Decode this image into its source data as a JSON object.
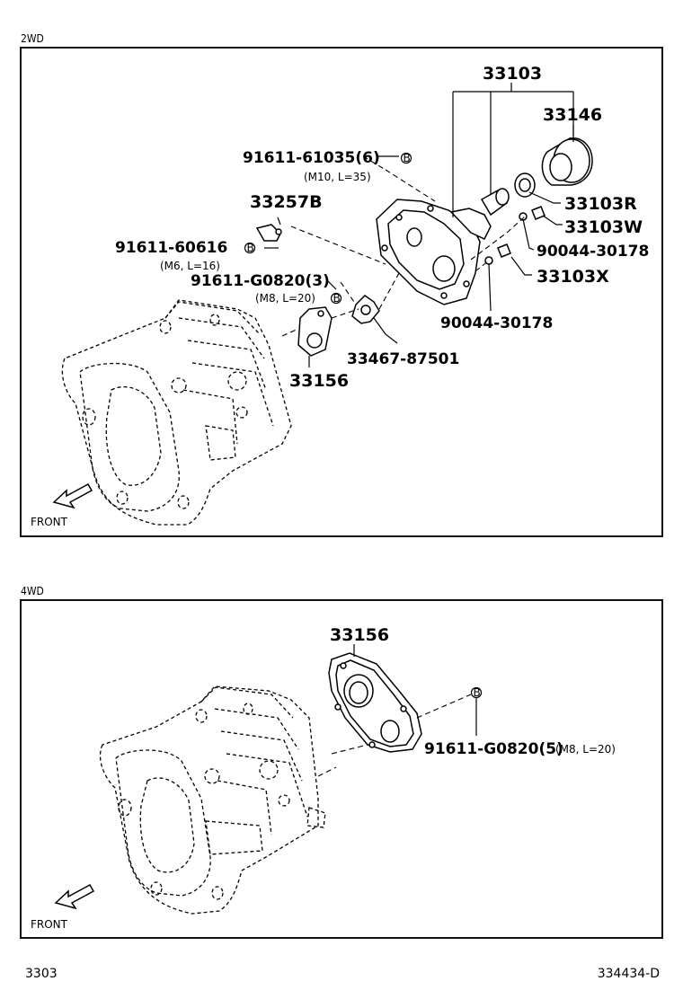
{
  "sections": [
    {
      "label": "2WD",
      "callouts": {
        "c33103": "33103",
        "c33146": "33146",
        "c91611_61035": "91611-61035(6)",
        "c91611_61035_sub": "(M10, L=35)",
        "c33257B": "33257B",
        "c33103R": "33103R",
        "c33103W": "33103W",
        "c90044_a": "90044-30178",
        "c91611_60616": "91611-60616",
        "c91611_60616_sub": "(M6, L=16)",
        "c33103X": "33103X",
        "c91611_G0820": "91611-G0820(3)",
        "c91611_G0820_sub": "(M8, L=20)",
        "c90044_b": "90044-30178",
        "c33467": "33467-87501",
        "c33156": "33156"
      },
      "marker": "B",
      "front": "FRONT"
    },
    {
      "label": "4WD",
      "callouts": {
        "c33156": "33156",
        "c91611_G0820": "91611-G0820(5)",
        "c91611_G0820_sub": "(M8, L=20)"
      },
      "marker": "B",
      "front": "FRONT"
    }
  ],
  "footer": {
    "left": "3303",
    "right": "334434-D"
  }
}
